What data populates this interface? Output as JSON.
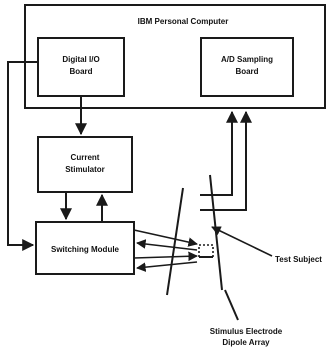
{
  "pc": {
    "title": "IBM Personal Computer"
  },
  "digital_io": {
    "line1": "Digital I/O",
    "line2": "Board"
  },
  "ad_board": {
    "line1": "A/D Sampling",
    "line2": "Board"
  },
  "stimulator": {
    "line1": "Current",
    "line2": "Stimulator"
  },
  "switching": {
    "label": "Switching Module"
  },
  "subject": {
    "label": "Test Subject"
  },
  "electrode": {
    "line1": "Stimulus Electrode",
    "line2": "Dipole Array"
  },
  "colors": {
    "ink": "#1a1a1a",
    "background": "#ffffff"
  }
}
